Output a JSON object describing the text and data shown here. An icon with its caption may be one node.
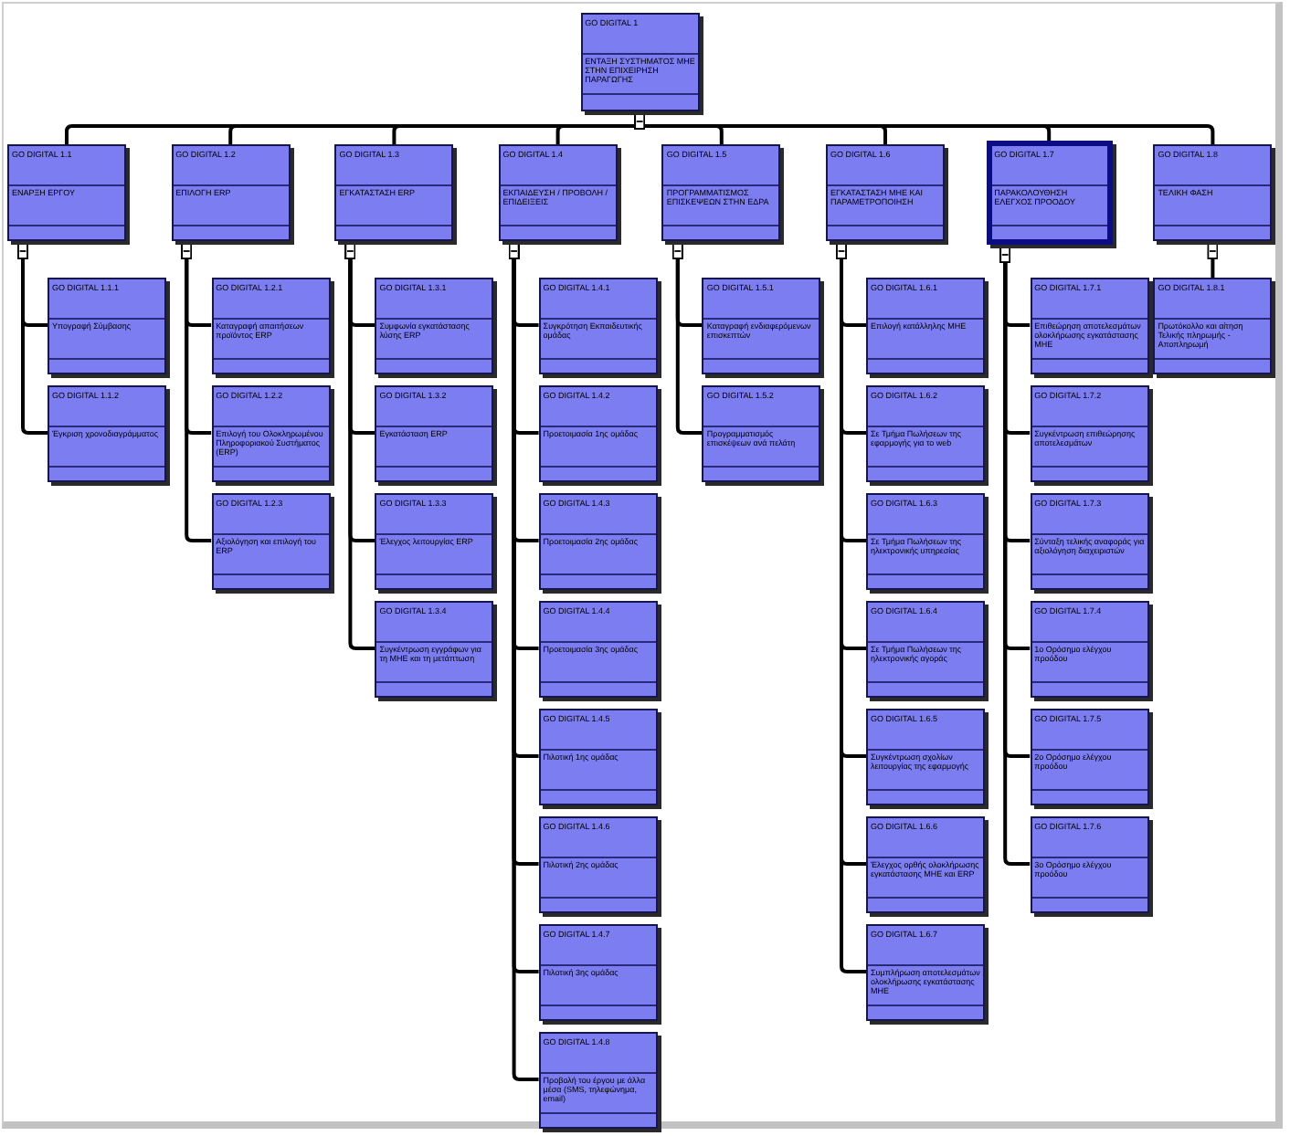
{
  "diagram": {
    "nodes": [
      {
        "text": [
          "GO DIGITAL 1",
          "ΕΝΤΑΞΗ ΣΥΣΤΗΜΑΤΟΣ ΜΗΕ ΣΤΗΝ ΕΠΙΧΕΙΡΗΣΗ ΠΑΡΑΓΩΓΗΣ"
        ]
      },
      {
        "text": [
          "GO DIGITAL 1.1",
          "ΕΝΑΡΞΗ ΕΡΓΟΥ"
        ]
      },
      {
        "text": [
          "GO DIGITAL 1.2",
          "ΕΠΙΛΟΓΗ ERP"
        ]
      },
      {
        "text": [
          "GO DIGITAL 1.3",
          "ΕΓΚΑΤΑΣΤΑΣΗ ERP"
        ]
      },
      {
        "text": [
          "GO DIGITAL 1.4",
          "ΕΚΠΑΙΔΕΥΣΗ / ΠΡΟΒΟΛΗ / ΕΠΙΔΕΙΞΕΙΣ"
        ]
      },
      {
        "text": [
          "GO DIGITAL 1.5",
          "ΠΡΟΓΡΑΜΜΑΤΙΣΜΟΣ ΕΠΙΣΚΕΨΕΩΝ ΣΤΗΝ ΕΔΡΑ"
        ]
      },
      {
        "text": [
          "GO DIGITAL 1.6",
          "ΕΓΚΑΤΑΣΤΑΣΗ ΜΗΕ ΚΑΙ ΠΑΡΑΜΕΤΡΟΠΟΙΗΣΗ"
        ]
      },
      {
        "text": [
          "GO DIGITAL 1.7",
          "ΠΑΡΑΚΟΛΟΥΘΗΣΗ ΕΛΕΓΧΟΣ ΠΡΟΟΔΟΥ"
        ]
      },
      {
        "text": [
          "GO DIGITAL 1.8",
          "ΤΕΛΙΚΗ ΦΑΣΗ"
        ]
      },
      {
        "text": [
          "GO DIGITAL 1.1.1",
          "Υπογραφή Σύμβασης"
        ]
      },
      {
        "text": [
          "GO DIGITAL 1.1.2",
          "Έγκριση χρονοδιαγράμματος"
        ]
      },
      {
        "text": [
          "GO DIGITAL 1.2.1",
          "Καταγραφή απαιτήσεων προϊόντος ERP"
        ]
      },
      {
        "text": [
          "GO DIGITAL 1.2.2",
          "Επιλογή του Ολοκληρωμένου Πληροφοριακού Συστήματος (ERP)"
        ]
      },
      {
        "text": [
          "GO DIGITAL 1.2.3",
          "Αξιολόγηση και επιλογή του ERP"
        ]
      },
      {
        "text": [
          "GO DIGITAL 1.3.1",
          "Συμφωνία εγκατάστασης λύσης ERP"
        ]
      },
      {
        "text": [
          "GO DIGITAL 1.3.2",
          "Εγκατάσταση ERP"
        ]
      },
      {
        "text": [
          "GO DIGITAL 1.3.3",
          "Έλεγχος λειτουργίας ERP"
        ]
      },
      {
        "text": [
          "GO DIGITAL 1.3.4",
          "Συγκέντρωση εγγράφων για τη ΜΗΕ και τη μετάπτωση"
        ]
      },
      {
        "text": [
          "GO DIGITAL 1.4.1",
          "Συγκρότηση Εκπαιδευτικής ομάδας"
        ]
      },
      {
        "text": [
          "GO DIGITAL 1.4.2",
          "Προετοιμασία 1ης ομάδας"
        ]
      },
      {
        "text": [
          "GO DIGITAL 1.4.3",
          "Προετοιμασία 2ης ομάδας"
        ]
      },
      {
        "text": [
          "GO DIGITAL 1.4.4",
          "Προετοιμασία 3ης ομάδας"
        ]
      },
      {
        "text": [
          "GO DIGITAL 1.4.5",
          "Πιλοτική 1ης ομάδας"
        ]
      },
      {
        "text": [
          "GO DIGITAL 1.4.6",
          "Πιλοτική 2ης ομάδας"
        ]
      },
      {
        "text": [
          "GO DIGITAL 1.4.7",
          "Πιλοτική 3ης ομάδας"
        ]
      },
      {
        "text": [
          "GO DIGITAL 1.4.8",
          "Προβολή του έργου με άλλα μέσα (SMS, τηλεφώνημα, email)"
        ]
      },
      {
        "text": [
          "GO DIGITAL 1.5.1",
          "Καταγραφή ενδιαφερόμενων επισκεπτών"
        ]
      },
      {
        "text": [
          "GO DIGITAL 1.5.2",
          "Προγραμματισμός επισκέψεων ανά πελάτη"
        ]
      },
      {
        "text": [
          "GO DIGITAL 1.6.1",
          "Επιλογή κατάλληλης ΜΗΕ"
        ]
      },
      {
        "text": [
          "GO DIGITAL 1.6.2",
          "Σε Τμήμα Πωλήσεων της εφαρμογής για το web"
        ]
      },
      {
        "text": [
          "GO DIGITAL 1.6.3",
          "Σε Τμήμα Πωλήσεων της ηλεκτρονικής υπηρεσίας"
        ]
      },
      {
        "text": [
          "GO DIGITAL 1.6.4",
          "Σε Τμήμα Πωλήσεων της ηλεκτρονικής αγοράς"
        ]
      },
      {
        "text": [
          "GO DIGITAL 1.6.5",
          "Συγκέντρωση σχολίων λειτουργίας της εφαρμογής"
        ]
      },
      {
        "text": [
          "GO DIGITAL 1.6.6",
          "Έλεγχος ορθής ολοκλήρωσης εγκατάστασης ΜΗΕ και ERP"
        ]
      },
      {
        "text": [
          "GO DIGITAL 1.6.7",
          "Συμπλήρωση αποτελεσμάτων ολοκλήρωσης εγκατάστασης ΜΗΕ"
        ]
      },
      {
        "text": [
          "GO DIGITAL 1.7.1",
          "Επιθεώρηση αποτελεσμάτων ολοκλήρωσης εγκατάστασης ΜΗΕ"
        ]
      },
      {
        "text": [
          "GO DIGITAL 1.7.2",
          "Συγκέντρωση επιθεώρησης αποτελεσμάτων"
        ]
      },
      {
        "text": [
          "GO DIGITAL 1.7.3",
          "Σύνταξη τελικής αναφοράς για αξιολόγηση διαχειριστών"
        ]
      },
      {
        "text": [
          "GO DIGITAL 1.7.4",
          "1ο Ορόσημο ελέγχου προόδου"
        ]
      },
      {
        "text": [
          "GO DIGITAL 1.7.5",
          "2ο Ορόσημο ελέγχου προόδου"
        ]
      },
      {
        "text": [
          "GO DIGITAL 1.7.6",
          "3ο Ορόσημο ελέγχου προόδου"
        ]
      },
      {
        "text": [
          "GO DIGITAL 1.8.1",
          "Πρωτόκολλο και αίτηση Τελικής πληρωμής - Αποπληρωμή"
        ]
      }
    ],
    "edges": [
      {
        "from": 0,
        "to": 1,
        "arrow": "other"
      },
      {
        "from": 0,
        "to": 2,
        "arrow": "other"
      },
      {
        "from": 0,
        "to": 3,
        "arrow": "other"
      },
      {
        "from": 0,
        "to": 4,
        "arrow": "other"
      },
      {
        "from": 0,
        "to": 5,
        "arrow": "other"
      },
      {
        "from": 0,
        "to": 6,
        "arrow": "other"
      },
      {
        "from": 0,
        "to": 7,
        "arrow": "other"
      },
      {
        "from": 0,
        "to": 8,
        "arrow": "other"
      },
      {
        "from": 1,
        "to": 9,
        "arrow": "other"
      },
      {
        "from": 1,
        "to": 10,
        "arrow": "other"
      },
      {
        "from": 2,
        "to": 11,
        "arrow": "other"
      },
      {
        "from": 2,
        "to": 12,
        "arrow": "other"
      },
      {
        "from": 2,
        "to": 13,
        "arrow": "other"
      },
      {
        "from": 3,
        "to": 14,
        "arrow": "other"
      },
      {
        "from": 3,
        "to": 15,
        "arrow": "other"
      },
      {
        "from": 3,
        "to": 16,
        "arrow": "other"
      },
      {
        "from": 3,
        "to": 17,
        "arrow": "other"
      },
      {
        "from": 4,
        "to": 18,
        "arrow": "other"
      },
      {
        "from": 4,
        "to": 19,
        "arrow": "other"
      },
      {
        "from": 4,
        "to": 20,
        "arrow": "other"
      },
      {
        "from": 4,
        "to": 21,
        "arrow": "other"
      },
      {
        "from": 4,
        "to": 22,
        "arrow": "other"
      },
      {
        "from": 4,
        "to": 23,
        "arrow": "other"
      },
      {
        "from": 4,
        "to": 24,
        "arrow": "other"
      },
      {
        "from": 4,
        "to": 25,
        "arrow": "other"
      },
      {
        "from": 5,
        "to": 26,
        "arrow": "other"
      },
      {
        "from": 5,
        "to": 27,
        "arrow": "other"
      },
      {
        "from": 6,
        "to": 28,
        "arrow": "other"
      },
      {
        "from": 6,
        "to": 29,
        "arrow": "other"
      },
      {
        "from": 6,
        "to": 30,
        "arrow": "other"
      },
      {
        "from": 6,
        "to": 31,
        "arrow": "other"
      },
      {
        "from": 6,
        "to": 32,
        "arrow": "other"
      },
      {
        "from": 6,
        "to": 33,
        "arrow": "other"
      },
      {
        "from": 6,
        "to": 34,
        "arrow": "other"
      },
      {
        "from": 7,
        "to": 35,
        "arrow": "other"
      },
      {
        "from": 7,
        "to": 36,
        "arrow": "other"
      },
      {
        "from": 7,
        "to": 37,
        "arrow": "other"
      },
      {
        "from": 7,
        "to": 38,
        "arrow": "other"
      },
      {
        "from": 7,
        "to": 39,
        "arrow": "other"
      },
      {
        "from": 7,
        "to": 40,
        "arrow": "other"
      },
      {
        "from": 8,
        "to": 41,
        "arrow": "other"
      }
    ]
  }
}
